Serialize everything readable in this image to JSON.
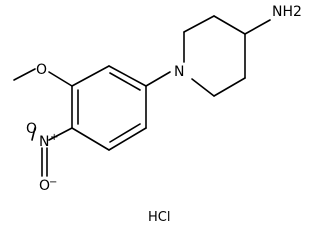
{
  "molecule": {
    "amine_group": "NH2",
    "ring_nitrogen": "N",
    "methoxy_oxygen": "O",
    "nitro_nitrogen": "N",
    "nitro_plus": "+",
    "nitro_oxygen_top": "O",
    "nitro_oxygen_bottom": "O",
    "nitro_minus": "−",
    "salt": "HCl"
  }
}
